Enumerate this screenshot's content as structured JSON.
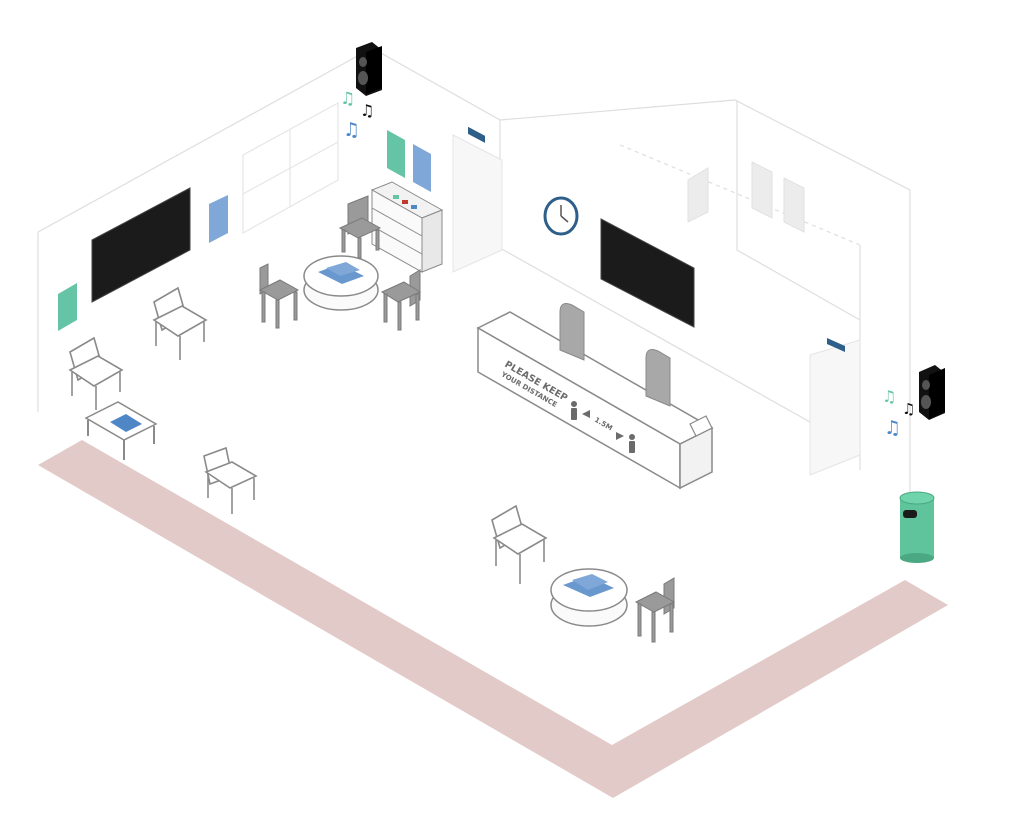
{
  "desk_sign": {
    "line1": "PLEASE KEEP",
    "line2": "YOUR DISTANCE",
    "distance": "1.5M"
  },
  "colors": {
    "floor": "#ffffff",
    "walkway": "#e2cac8",
    "wall_line": "#dddddd",
    "furniture_outline": "#8a8a8a",
    "chair_fill": "#9a9a9a",
    "poster_green": "#66c4a6",
    "poster_blue": "#7fa7d8",
    "screen": "#1b1b1b",
    "bin": "#5fc49c",
    "brochure_blue": "#4f86c6",
    "sign_blue": "#2e5f8a",
    "clock_rim": "#2e5f8a"
  },
  "icons": {
    "speakers": [
      "speaker-icon",
      "speaker-icon"
    ],
    "music_notes": [
      "music-note-icon",
      "music-note-icon",
      "music-note-icon"
    ],
    "clock": "clock-icon",
    "people": [
      "person-icon",
      "person-icon"
    ],
    "arrows": "double-arrow-icon"
  }
}
